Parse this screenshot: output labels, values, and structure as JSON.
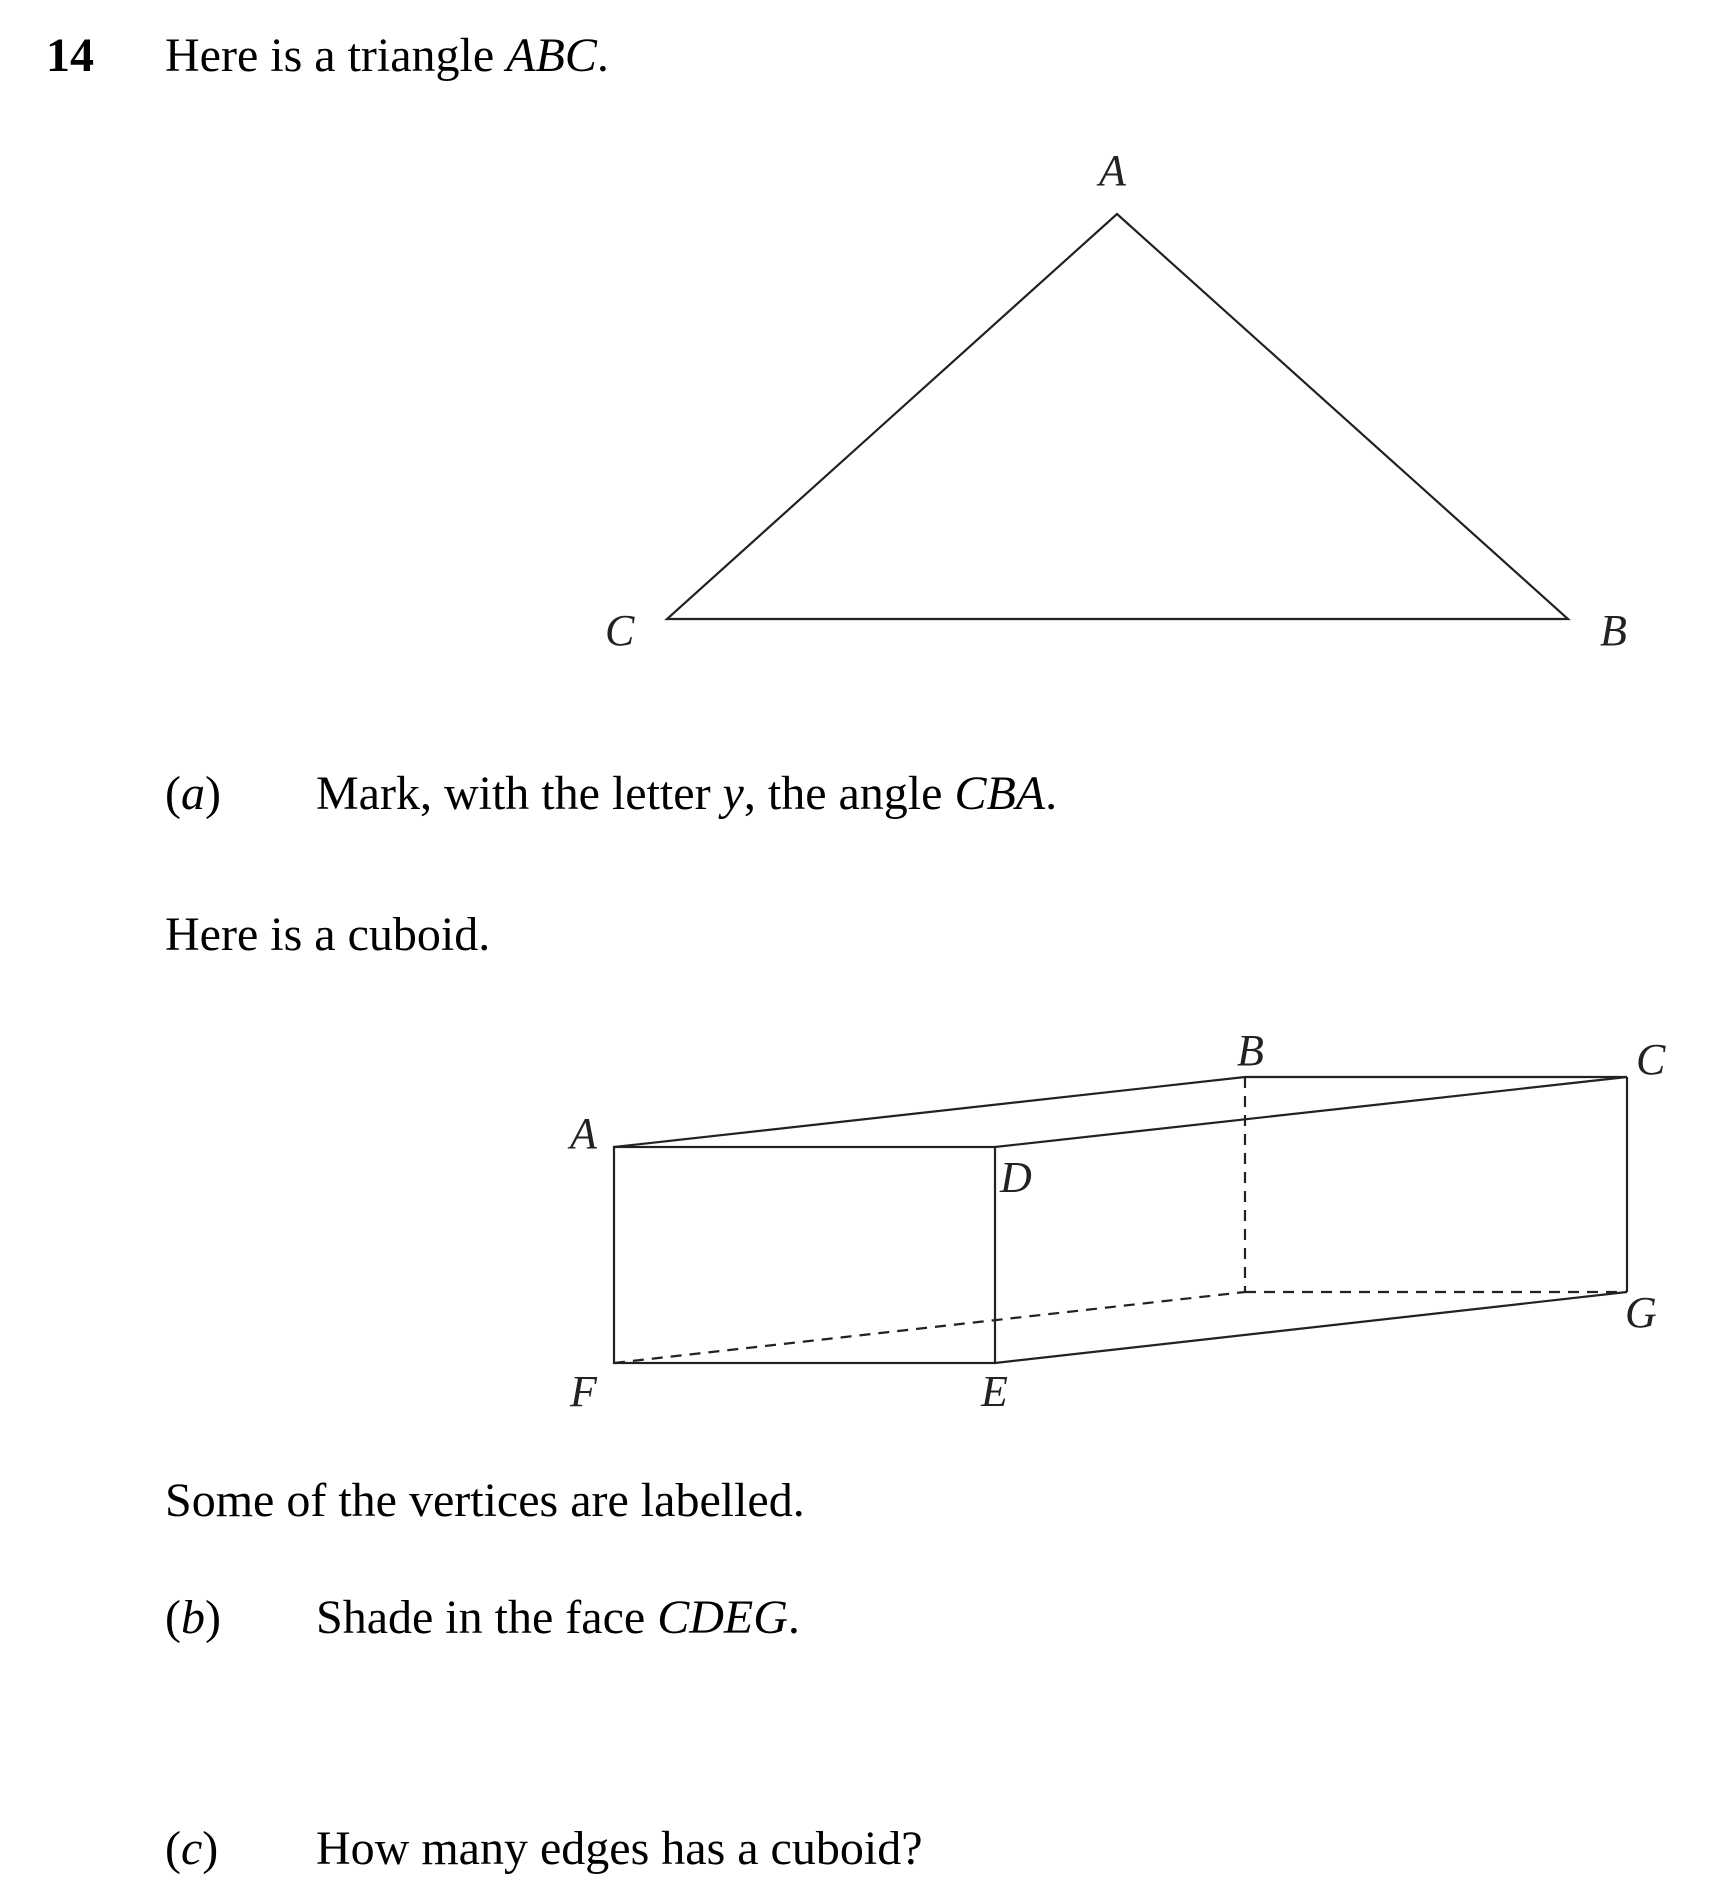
{
  "question": {
    "number": "14",
    "intro_text": "Here is a triangle ",
    "intro_italic": "ABC",
    "intro_end": "."
  },
  "triangle": {
    "labels": {
      "A": "A",
      "B": "B",
      "C": "C"
    }
  },
  "part_a": {
    "label_open": "(",
    "label_letter": "a",
    "label_close": ")",
    "text_1": "Mark, with the letter ",
    "text_italic_1": "y",
    "text_2": ", the angle ",
    "text_italic_2": "CBA",
    "text_3": "."
  },
  "cuboid_intro": "Here is a cuboid.",
  "cuboid": {
    "labels": {
      "A": "A",
      "B": "B",
      "C": "C",
      "D": "D",
      "E": "E",
      "F": "F",
      "G": "G"
    }
  },
  "vertices_note": "Some of the vertices are labelled.",
  "part_b": {
    "label_open": "(",
    "label_letter": "b",
    "label_close": ")",
    "text_1": "Shade in the face ",
    "text_italic_1": "CDEG",
    "text_2": "."
  },
  "part_c": {
    "label_open": "(",
    "label_letter": "c",
    "label_close": ")",
    "text_1": "How many edges has a cuboid?"
  }
}
